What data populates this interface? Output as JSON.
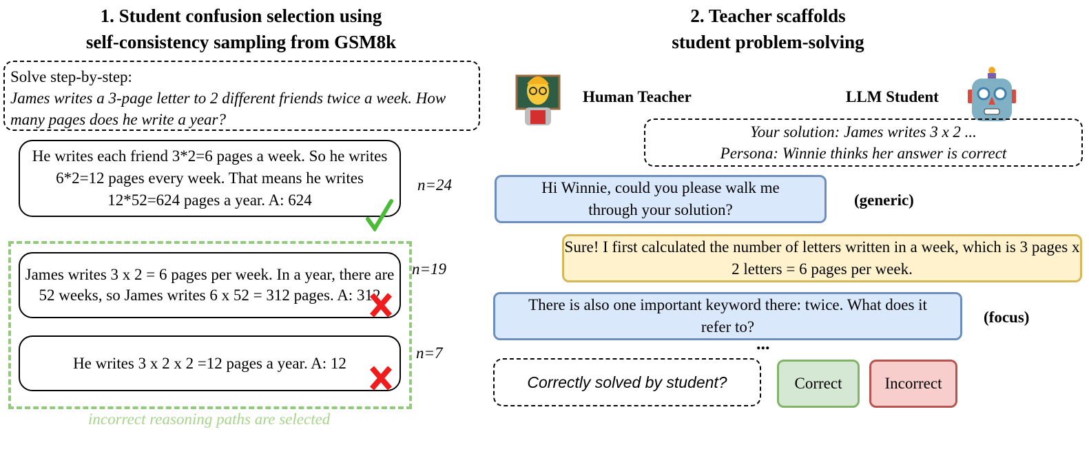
{
  "left": {
    "title_line1": "1. Student confusion selection using",
    "title_line2": "self-consistency sampling from GSM8k",
    "prompt_label": "Solve step-by-step:",
    "prompt_question": "James writes a 3-page letter to 2 different friends twice a week. How many pages does he write a year?",
    "paths": [
      {
        "text": "He writes each friend 3*2=6 pages a week. So he writes 6*2=12 pages every week. That means he writes 12*52=624 pages a year. A: 624",
        "count": "n=24",
        "status": "correct",
        "icon": "check-icon"
      },
      {
        "text": "James writes 3 x 2 = 6 pages per week. In a year, there are 52 weeks, so James writes 6 x 52 = 312 pages. A: 312",
        "count": "n=19",
        "status": "incorrect",
        "icon": "cross-icon"
      },
      {
        "text": "He writes 3 x 2 x 2 =12 pages a year. A: 12",
        "count": "n=7",
        "status": "incorrect",
        "icon": "cross-icon"
      }
    ],
    "selection_caption": "incorrect reasoning paths are selected",
    "colors": {
      "selection": "#93c97a",
      "check": "#4cbb3a",
      "cross": "#ee1c1c"
    }
  },
  "right": {
    "title_line1": "2. Teacher scaffolds",
    "title_line2": "student problem-solving",
    "teacher_label": "Human Teacher",
    "student_label": "LLM Student",
    "context_line1": "Your solution:  James writes 3 x 2 ...",
    "context_line2": "Persona: Winnie thinks her answer is correct",
    "messages": [
      {
        "role": "teacher",
        "text": "Hi Winnie, could you please walk me through your solution?",
        "tag": "(generic)"
      },
      {
        "role": "student",
        "text": "Sure! I first calculated the number of letters written in a week, which is 3 pages x 2 letters = 6 pages per week."
      },
      {
        "role": "teacher",
        "text": "There is also one important keyword there: twice. What does it refer to?",
        "tag": "(focus)"
      }
    ],
    "ellipsis": "...",
    "question": "Correctly solved by student?",
    "correct_label": "Correct",
    "incorrect_label": "Incorrect",
    "colors": {
      "teacher_fill": "#dae8fc",
      "teacher_stroke": "#6c8ebf",
      "student_fill": "#fff2cc",
      "student_stroke": "#d6b656",
      "correct_fill": "#d5e8d4",
      "correct_stroke": "#82b366",
      "incorrect_fill": "#f8cecc",
      "incorrect_stroke": "#b85450"
    }
  }
}
